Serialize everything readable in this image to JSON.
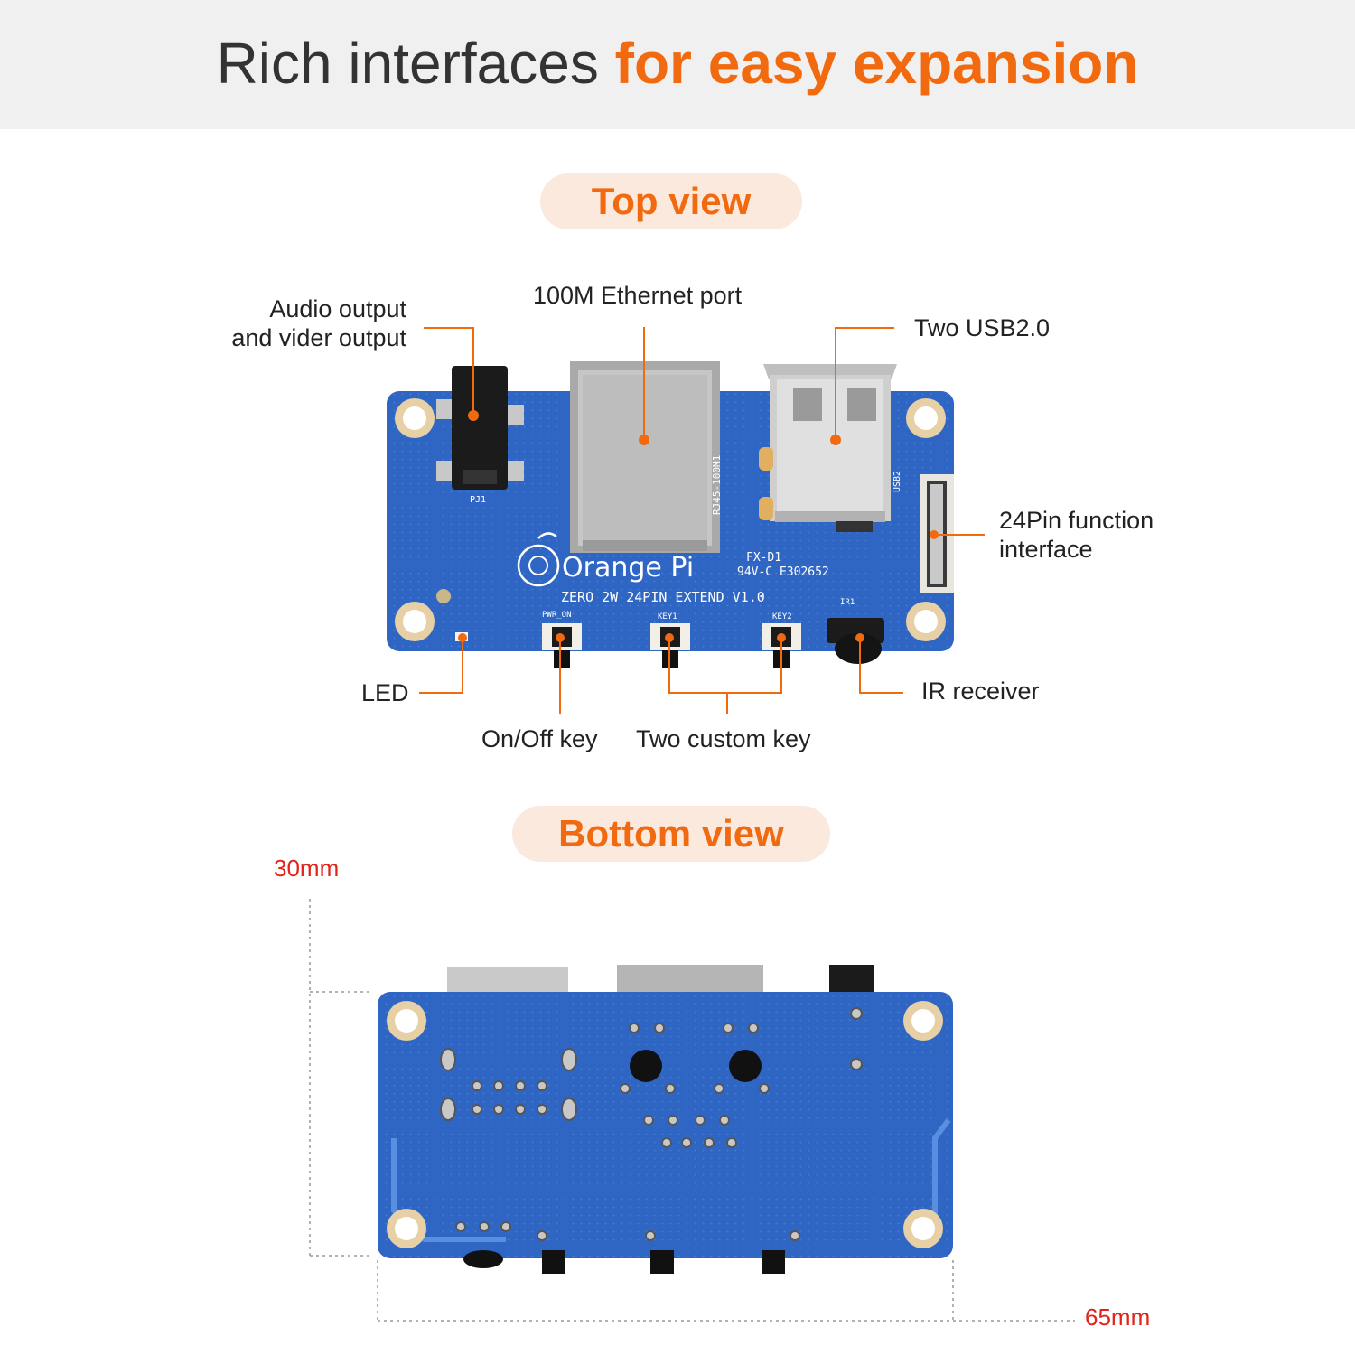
{
  "title": {
    "part1": "Rich interfaces ",
    "part2": "for easy expansion"
  },
  "top_view": {
    "heading": "Top view",
    "labels": {
      "audio_line1": "Audio output",
      "audio_line2": "and vider output",
      "ethernet": "100M Ethernet port",
      "usb": "Two USB2.0",
      "pin24_line1": "24Pin function",
      "pin24_line2": "interface",
      "led": "LED",
      "onoff": "On/Off key",
      "custom": "Two custom key",
      "ir": "IR receiver"
    },
    "silkscreen": {
      "logo": "Orange Pi",
      "board_name": "ZERO 2W 24PIN EXTEND V1.0",
      "rj45": "RJ45-100M1",
      "fx": "FX-D1",
      "cert": "94V-C E302652",
      "pwr": "PWR_ON",
      "key1": "KEY1",
      "key2": "KEY2",
      "ir1": "IR1",
      "pj1": "PJ1",
      "usb2": "USB2"
    }
  },
  "bottom_view": {
    "heading": "Bottom view",
    "height_dim": "30mm",
    "width_dim": "65mm"
  },
  "colors": {
    "accent": "#f26a10",
    "pill_bg": "#fbe9dd",
    "pcb": "#2f66c4",
    "dimension": "#e0241a",
    "header_bg": "#f0f0f0"
  }
}
